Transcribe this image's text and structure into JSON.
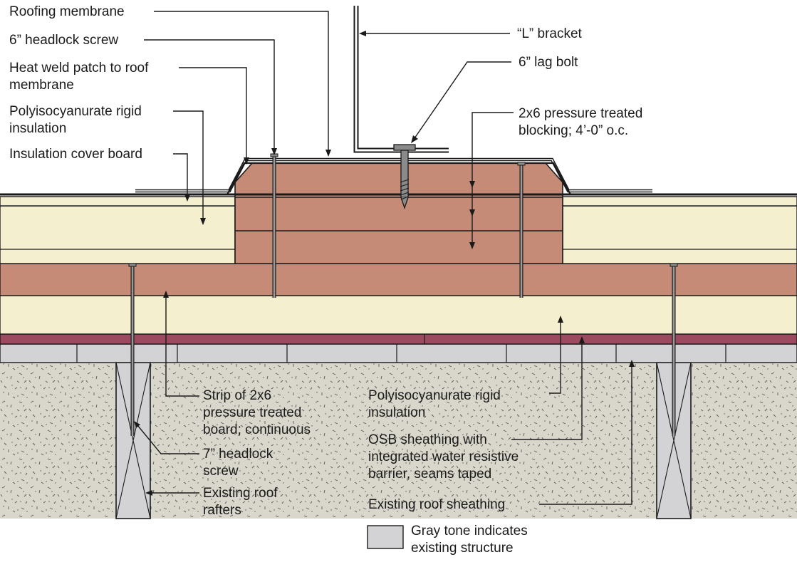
{
  "labels": {
    "roofing_membrane": "Roofing membrane",
    "headlock_screw_6": "6” headlock screw",
    "heat_weld_line1": "Heat weld patch to roof",
    "heat_weld_line2": "membrane",
    "polyiso_top_line1": "Polyisocyanurate rigid",
    "polyiso_top_line2": "insulation",
    "cover_board": "Insulation cover board",
    "l_bracket": "“L” bracket",
    "lag_bolt": "6” lag bolt",
    "blocking_line1": "2x6 pressure treated",
    "blocking_line2": "blocking; 4’-0” o.c.",
    "strip_line1": "Strip of 2x6",
    "strip_line2": "pressure treated",
    "strip_line3": "board; continuous",
    "headlock_7_line1": "7” headlock",
    "headlock_7_line2": "screw",
    "rafters_line1": "Existing roof",
    "rafters_line2": "rafters",
    "polyiso_bottom_line1": "Polyisocyanurate rigid",
    "polyiso_bottom_line2": "insulation",
    "osb_line1": "OSB sheathing with",
    "osb_line2": "integrated water resistive",
    "osb_line3": "barrier, seams taped",
    "sheathing": "Existing roof sheathing"
  },
  "legend": {
    "line1": "Gray tone indicates",
    "line2": "existing structure"
  },
  "colors": {
    "wood": "#c58b77",
    "insulation": "#f4efcf",
    "osb": "#9c4a60",
    "existing_sheathing": "#d3d3d5",
    "existing_structure": "#d9d6cb",
    "tape": "#cc2222",
    "line": "#1a1a1a",
    "metal": "#8a8a8a"
  }
}
